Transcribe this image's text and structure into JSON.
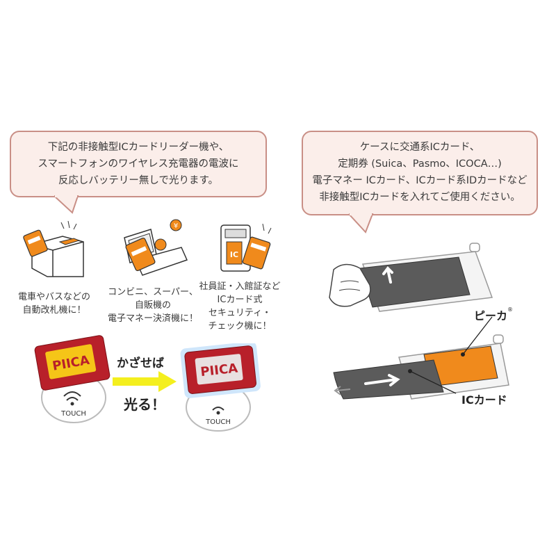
{
  "left_bubble": {
    "lines": [
      "下記の非接触型ICカードリーダー機や、",
      "スマートフォンのワイヤレス充電器の電波に",
      "反応しバッテリー無しで光ります。"
    ]
  },
  "right_bubble": {
    "lines": [
      "ケースに交通系ICカード、",
      "定期券 (Suica、Pasmo、ICOCA…)",
      "電子マネー ICカード、ICカード系IDカードなど",
      "非接触型ICカードを入れてご使用ください。"
    ]
  },
  "usage": [
    {
      "lines": [
        "電車やバスなどの",
        "自動改札機に！"
      ]
    },
    {
      "lines": [
        "コンビニ、スーパー、",
        "自販機の",
        "電子マネー決済機に！"
      ]
    },
    {
      "lines": [
        "社員証・入館証など",
        "ICカード式",
        "セキュリティ・",
        "チェック機に！"
      ]
    }
  ],
  "demo": {
    "card_logo": "PIICA",
    "touch_label": "TOUCH",
    "hover_text": "かざせば",
    "glow_text": "光る！",
    "pos_yen": "¥",
    "reader_ic": "IC"
  },
  "case_diagram": {
    "piica_label": "ピーカ",
    "registered_mark": "®",
    "ic_card_label": "ICカード"
  },
  "colors": {
    "bubble_fill": "#fbeeea",
    "bubble_border": "#c98f86",
    "accent_orange": "#f08a1c",
    "card_red": "#b8202a",
    "arrow_yellow": "#f4ef1e",
    "card_gray": "#5b5b5b"
  }
}
